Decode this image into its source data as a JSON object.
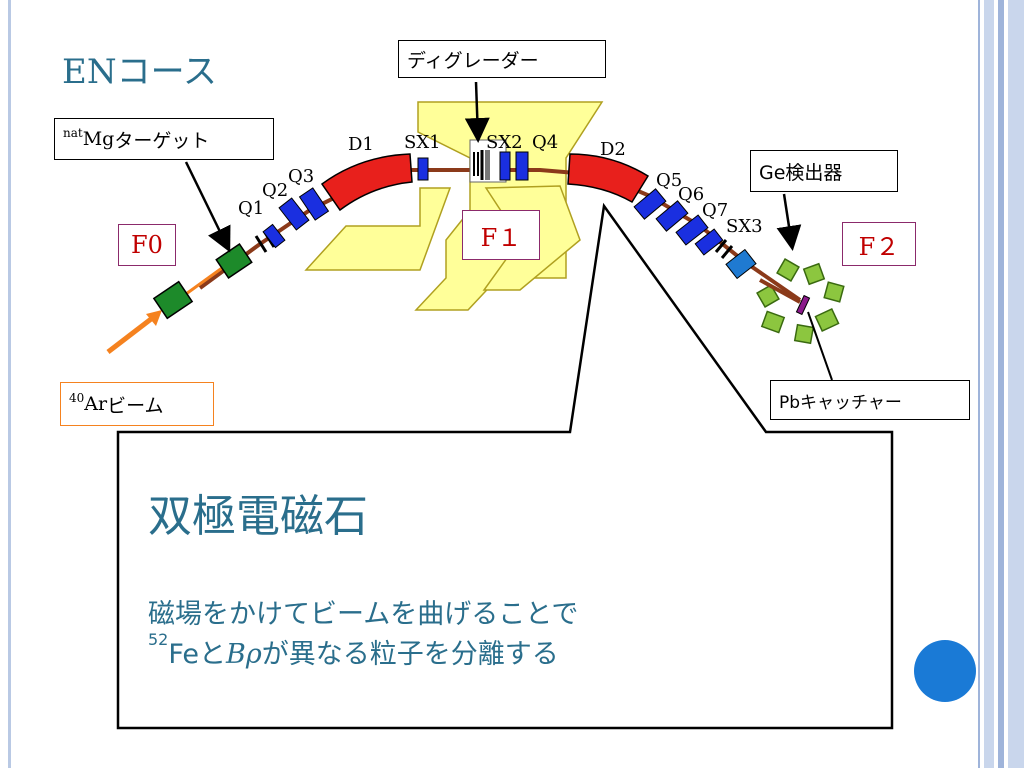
{
  "slide": {
    "title": "ENコース"
  },
  "labels": {
    "degrader": "ディグレーダー",
    "target_sup": "nat",
    "target_main": "Mg",
    "target_rest": " ターゲット",
    "ge_detector": "Ge検出器",
    "pb_catcher": "Pbキャッチャー",
    "beam_sup": "40",
    "beam_main": "Ar",
    "beam_rest": "ビーム"
  },
  "focal_planes": {
    "f0": "F0",
    "f1": "F１",
    "f2": "F２"
  },
  "beamline_elements": {
    "q1": "Q1",
    "q2": "Q2",
    "q3": "Q3",
    "d1": "D1",
    "sx1": "SX1",
    "sx2": "SX2",
    "q4": "Q4",
    "d2": "D2",
    "q5": "Q5",
    "q6": "Q6",
    "q7": "Q7",
    "sx3": "SX3"
  },
  "callout": {
    "title": "双極電磁石",
    "line1": "磁場をかけてビームを曲げることで",
    "line2_sup": "52",
    "line2_a": "Feと",
    "line2_italic": "Bρ",
    "line2_b": "が異なる粒子を分離する"
  },
  "colors": {
    "title_teal": "#2a6e8c",
    "dipole_red": "#e8201c",
    "quad_blue": "#1a2fe0",
    "target_green": "#1d8a2a",
    "detector_green": "#8cc63f",
    "floor_yellow": "#ffff99",
    "beam_orange": "#f5821f",
    "beam_brown": "#8b3a1a",
    "catcher_purple": "#8b1a8b",
    "sx3_blue": "#1f7ad1",
    "bullet_blue": "#1a7ad6"
  }
}
